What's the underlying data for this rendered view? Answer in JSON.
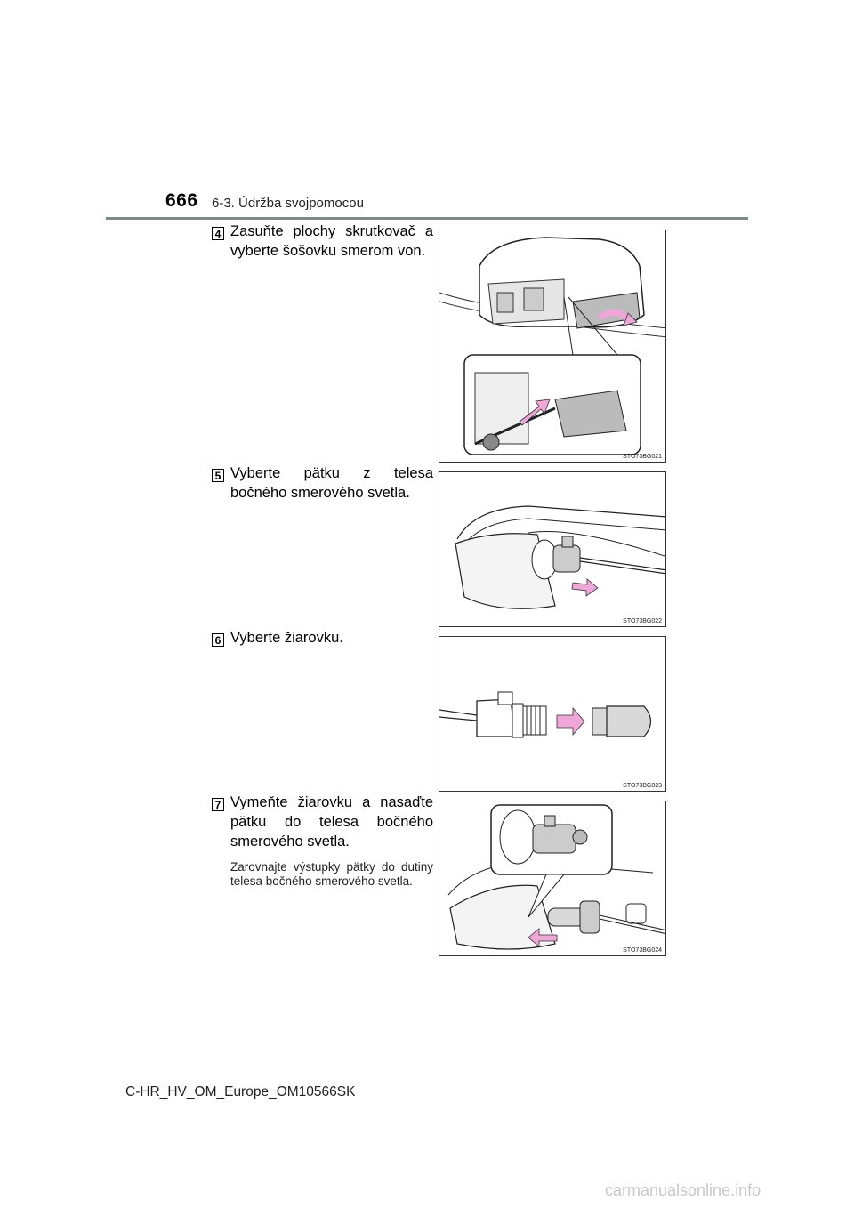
{
  "header": {
    "page_number": "666",
    "section": "6-3. Údržba svojpomocou"
  },
  "steps": [
    {
      "number": "4",
      "text": "Zasuňte plochy skrutkovač a vyberte šošovku smerom von.",
      "figure_code": "STO73BG021"
    },
    {
      "number": "5",
      "text": "Vyberte pätku z telesa bočného smerového svetla.",
      "figure_code": "STO73BG022"
    },
    {
      "number": "6",
      "text": "Vyberte žiarovku.",
      "figure_code": "STO73BG023"
    },
    {
      "number": "7",
      "text": "Vymeňte žiarovku a nasaďte pätku do telesa bočného smerového svetla.",
      "note": "Zarovnajte výstupky pätky do dutiny telesa bočného smerového svetla.",
      "figure_code": "STO73BG024"
    }
  ],
  "footer": {
    "document_code": "C-HR_HV_OM_Europe_OM10566SK"
  },
  "watermark": "carmanualsonline.info",
  "colors": {
    "arrow": "#f0a6d8",
    "header_rule": "#7d8c82",
    "part_gray": "#d9d9d9"
  }
}
